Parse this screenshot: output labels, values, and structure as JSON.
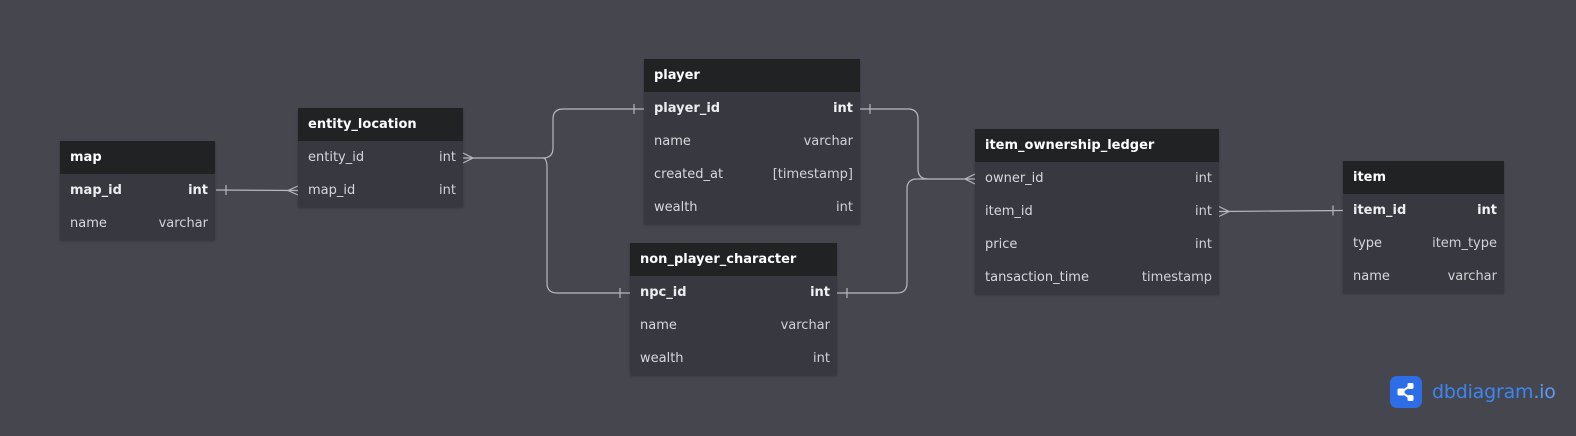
{
  "tables": {
    "map": {
      "name": "map",
      "rows": [
        {
          "field": "map_id",
          "type": "int"
        },
        {
          "field": "name",
          "type": "varchar"
        }
      ]
    },
    "entity_location": {
      "name": "entity_location",
      "rows": [
        {
          "field": "entity_id",
          "type": "int"
        },
        {
          "field": "map_id",
          "type": "int"
        }
      ]
    },
    "player": {
      "name": "player",
      "rows": [
        {
          "field": "player_id",
          "type": "int"
        },
        {
          "field": "name",
          "type": "varchar"
        },
        {
          "field": "created_at",
          "type": "[timestamp]"
        },
        {
          "field": "wealth",
          "type": "int"
        }
      ]
    },
    "non_player_character": {
      "name": "non_player_character",
      "rows": [
        {
          "field": "npc_id",
          "type": "int"
        },
        {
          "field": "name",
          "type": "varchar"
        },
        {
          "field": "wealth",
          "type": "int"
        }
      ]
    },
    "item_ownership_ledger": {
      "name": "item_ownership_ledger",
      "rows": [
        {
          "field": "owner_id",
          "type": "int"
        },
        {
          "field": "item_id",
          "type": "int"
        },
        {
          "field": "price",
          "type": "int"
        },
        {
          "field": "tansaction_time",
          "type": "timestamp"
        }
      ]
    },
    "item": {
      "name": "item",
      "rows": [
        {
          "field": "item_id",
          "type": "int"
        },
        {
          "field": "type",
          "type": "item_type"
        },
        {
          "field": "name",
          "type": "varchar"
        }
      ]
    }
  },
  "brand": {
    "name": "dbdiagram",
    "suffix": ".io"
  }
}
